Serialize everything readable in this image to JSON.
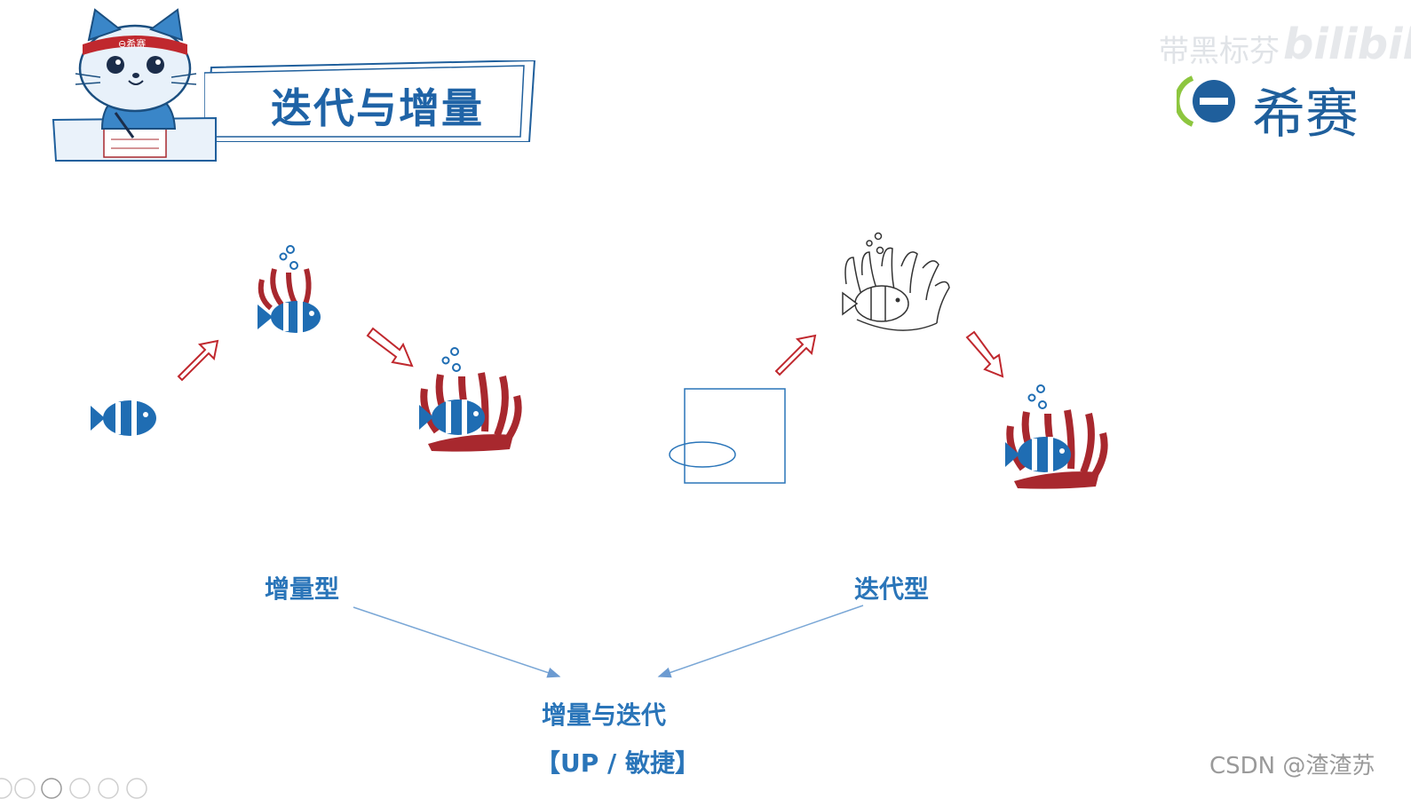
{
  "title": "迭代与增量",
  "mascot": {
    "headband_text": "⊖希赛",
    "icon": "cat-mascot-icon"
  },
  "brand": {
    "logo_icon": "xisai-logo-icon",
    "name": "希赛"
  },
  "watermark": {
    "text": "带黑标芬",
    "site": "bilibili"
  },
  "diagram": {
    "left_label": "增量型",
    "right_label": "迭代型",
    "merge_label": "增量与迭代",
    "merge_sub": "【UP / 敏捷】"
  },
  "footer": {
    "credit": "CSDN @渣渣苏"
  },
  "colors": {
    "accent_blue": "#1f63a6",
    "coral_red": "#a8282e",
    "arrow_red": "#c0282e",
    "light_blue": "#7aa7d6"
  }
}
